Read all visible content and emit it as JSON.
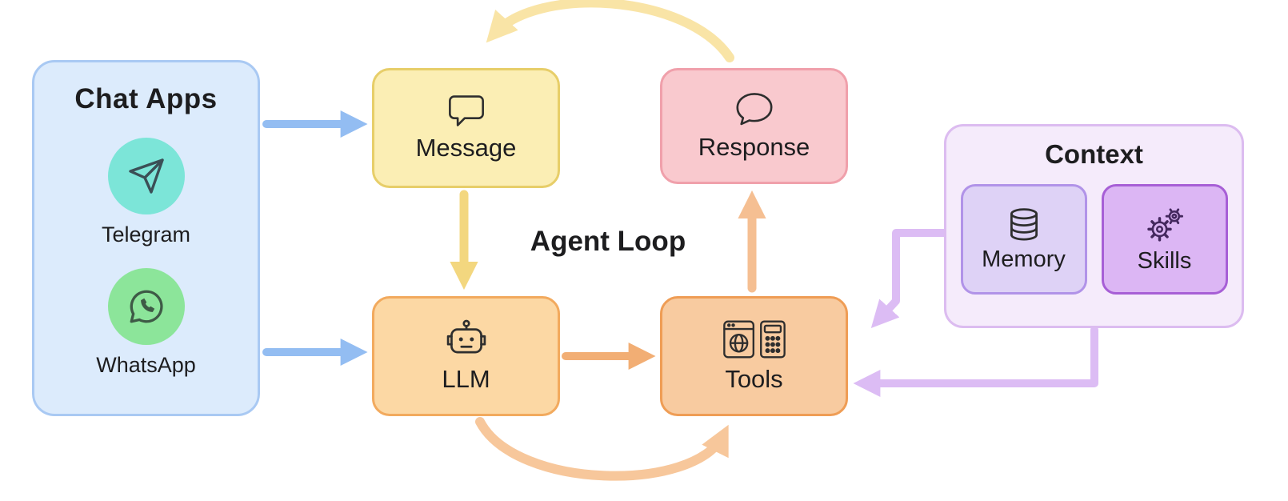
{
  "diagram": {
    "center_label": "Agent Loop",
    "chat_apps": {
      "title": "Chat Apps",
      "items": [
        {
          "label": "Telegram",
          "icon": "telegram-icon",
          "circle_color": "#7ce5d8"
        },
        {
          "label": "WhatsApp",
          "icon": "whatsapp-icon",
          "circle_color": "#8ce59a"
        }
      ]
    },
    "nodes": {
      "message": {
        "label": "Message",
        "icon": "chat-bubble-square-icon",
        "fill": "#fbeeb4",
        "border": "#e7ce69"
      },
      "response": {
        "label": "Response",
        "icon": "chat-bubble-round-icon",
        "fill": "#f9c9ce",
        "border": "#f0a0ab"
      },
      "llm": {
        "label": "LLM",
        "icon": "robot-icon",
        "fill": "#fcd8a4",
        "border": "#f2aa5e"
      },
      "tools": {
        "label": "Tools",
        "icon": "browser-calculator-icon",
        "fill": "#f8cba0",
        "border": "#ef9d55"
      }
    },
    "context": {
      "title": "Context",
      "fill": "#f5ebfb",
      "border": "#dcbcf0",
      "items": [
        {
          "label": "Memory",
          "icon": "database-icon",
          "fill": "#ded2f6",
          "border": "#b193e8"
        },
        {
          "label": "Skills",
          "icon": "gears-icon",
          "fill": "#dcb6f4",
          "border": "#a75fd6"
        }
      ]
    },
    "arrows": [
      {
        "name": "chat-apps-to-message",
        "color": "#93bdf2"
      },
      {
        "name": "chat-apps-to-llm",
        "color": "#93bdf2"
      },
      {
        "name": "message-to-llm",
        "color": "#f3d77f"
      },
      {
        "name": "response-to-message-loop",
        "color": "#f9e4a6"
      },
      {
        "name": "llm-to-tools",
        "color": "#f2ae74"
      },
      {
        "name": "tools-to-response",
        "color": "#f5bf92"
      },
      {
        "name": "llm-to-tools-loop",
        "color": "#f7c79b"
      },
      {
        "name": "context-to-tools-upper",
        "color": "#dcbcf4"
      },
      {
        "name": "context-to-tools-lower",
        "color": "#dcbcf4"
      }
    ]
  }
}
